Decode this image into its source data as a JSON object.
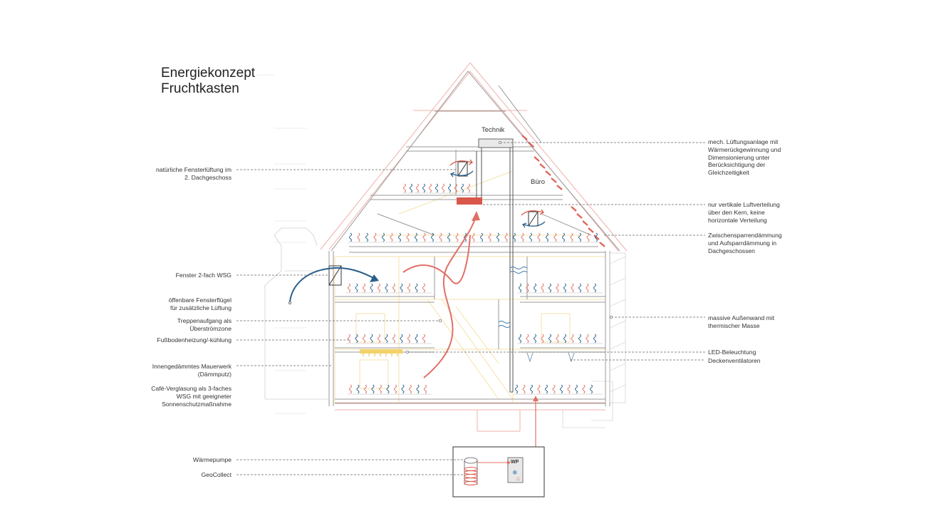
{
  "title": {
    "line1": "Energiekonzept",
    "line2": "Fruchtkasten"
  },
  "rooms": {
    "technik": "Technik",
    "buero": "Büro",
    "wp": "WP"
  },
  "labels_left": [
    {
      "id": "natural-ventilation",
      "text": "natürliche Fensterlüftung im\n2. Dachgeschoss"
    },
    {
      "id": "window-2fach",
      "text": "Fenster 2-fach WSG"
    },
    {
      "id": "openable-sash",
      "text": "öffenbare Fensterflügel\nfür zusätzliche Lüftung"
    },
    {
      "id": "staircase",
      "text": "Treppenaufgang als\nÜberströmzone"
    },
    {
      "id": "floor-heating",
      "text": "Fußbodenheizung/-kühlung"
    },
    {
      "id": "inner-insulation",
      "text": "Innengedämmtes Mauerwerk\n(Dämmputz)"
    },
    {
      "id": "cafe-glazing",
      "text": "Café-Verglasung als 3-faches\nWSG mit geeigneter\nSonnenschutzmaßnahme"
    },
    {
      "id": "heat-pump",
      "text": "Wärmepumpe"
    },
    {
      "id": "geocollect",
      "text": "GeoCollect"
    }
  ],
  "labels_right": [
    {
      "id": "mech-ventilation",
      "text": "mech. Lüftungsanlage mit\nWärmerückgewinnung und\nDimensionierung unter\nBerücksichtigung der\nGleichzeitigkeit"
    },
    {
      "id": "vertical-air",
      "text": "nur vertikale Luftverteilung\nüber den Kern, keine\nhorizontale Verteilung"
    },
    {
      "id": "rafter-insulation",
      "text": "Zwischensparrendämmung\nund Aufsparrdämmung in\nDachgeschossen"
    },
    {
      "id": "massive-wall",
      "text": "massive Außenwand mit\nthermischer Masse"
    },
    {
      "id": "led-lighting",
      "text": "LED-Beleuchtung"
    },
    {
      "id": "ceiling-fans",
      "text": "Deckenventilatoren"
    }
  ],
  "colors": {
    "red": "#e07065",
    "red_dark": "#d9574a",
    "blue": "#2a5f8a",
    "yellow": "#f4d98a",
    "line": "#555555"
  }
}
